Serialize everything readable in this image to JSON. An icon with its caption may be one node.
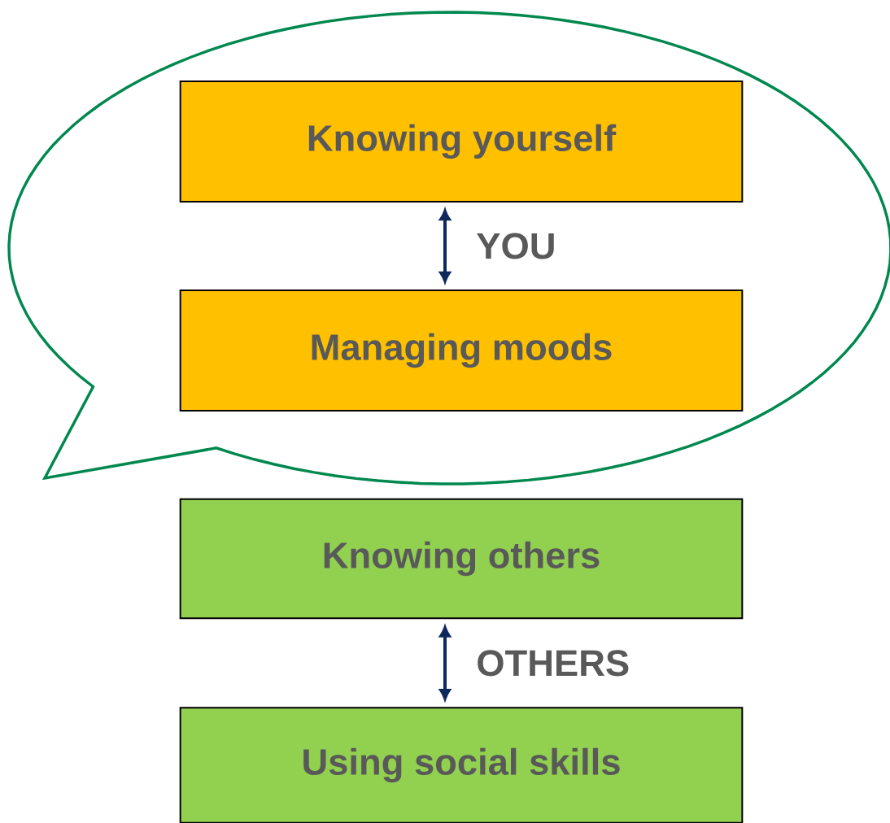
{
  "diagram": {
    "nodes": [
      {
        "text": [],
        "shape": "bubble"
      },
      {
        "text": [
          "Knowing yourself"
        ],
        "in": 0
      },
      {
        "text": [
          "Managing moods"
        ],
        "in": 0
      },
      {
        "text": [
          "Knowing others"
        ]
      },
      {
        "text": [
          "Using social skills"
        ]
      }
    ],
    "edges": [
      {
        "from": 1,
        "to": 2,
        "arrow": "both",
        "label": "YOU"
      },
      {
        "from": 3,
        "to": 4,
        "arrow": "both",
        "label": "OTHERS"
      }
    ]
  }
}
